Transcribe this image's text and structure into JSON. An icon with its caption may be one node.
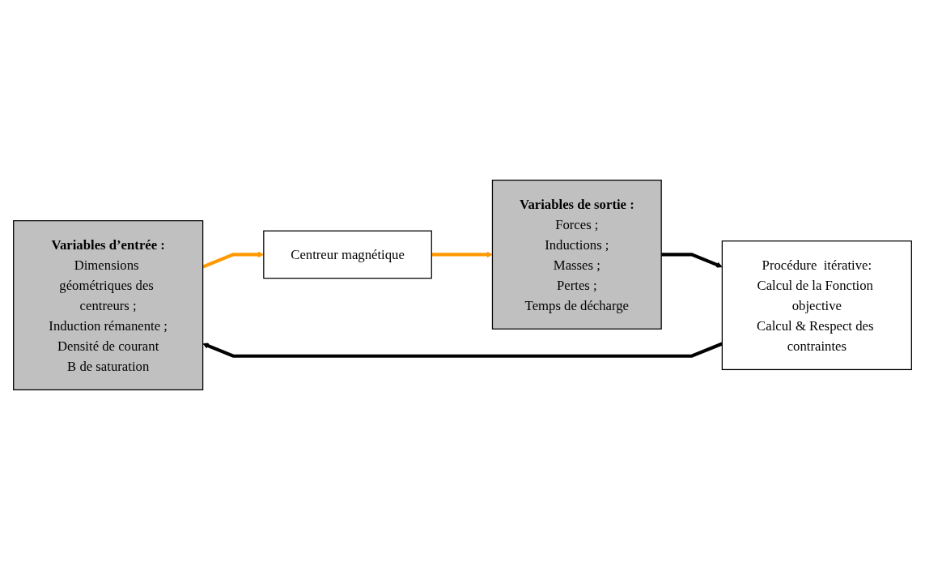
{
  "diagram": {
    "nodes": [
      {
        "text": [
          "Variables d’entrée :",
          "Dimensions géométriques des centreurs ;",
          "Induction rémanente ;",
          "Densité de courant",
          "B de saturation"
        ]
      },
      {
        "text": [
          "Centreur magnétique"
        ]
      },
      {
        "text": [
          "Variables de sortie :",
          "Forces ;",
          "Inductions ;",
          "Masses ;",
          "Pertes ;",
          "Temps de décharge"
        ]
      },
      {
        "text": [
          "Procédure  itérative:",
          "Calcul de la Fonction objective",
          "Calcul & Respect des contraintes"
        ]
      }
    ],
    "edges": [
      {
        "from": 0,
        "to": 1,
        "arrow": "to",
        "color": "#ff9900"
      },
      {
        "from": 1,
        "to": 2,
        "arrow": "to",
        "color": "#ff9900"
      },
      {
        "from": 2,
        "to": 3,
        "arrow": "to",
        "color": "#000000"
      },
      {
        "from": 3,
        "to": 0,
        "arrow": "to",
        "color": "#000000"
      }
    ]
  }
}
